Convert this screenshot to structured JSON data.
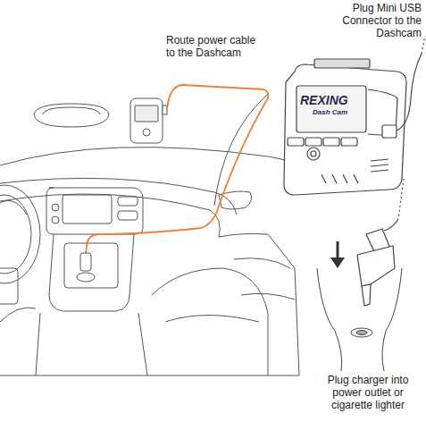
{
  "diagram": {
    "labels": [
      "Route power cable to the Dashcam",
      "Plug Mini USB Connector to the Dashcam",
      "Plug charger into power outlet or cigarette lighter",
      "REXING",
      "Dash Cam"
    ]
  }
}
